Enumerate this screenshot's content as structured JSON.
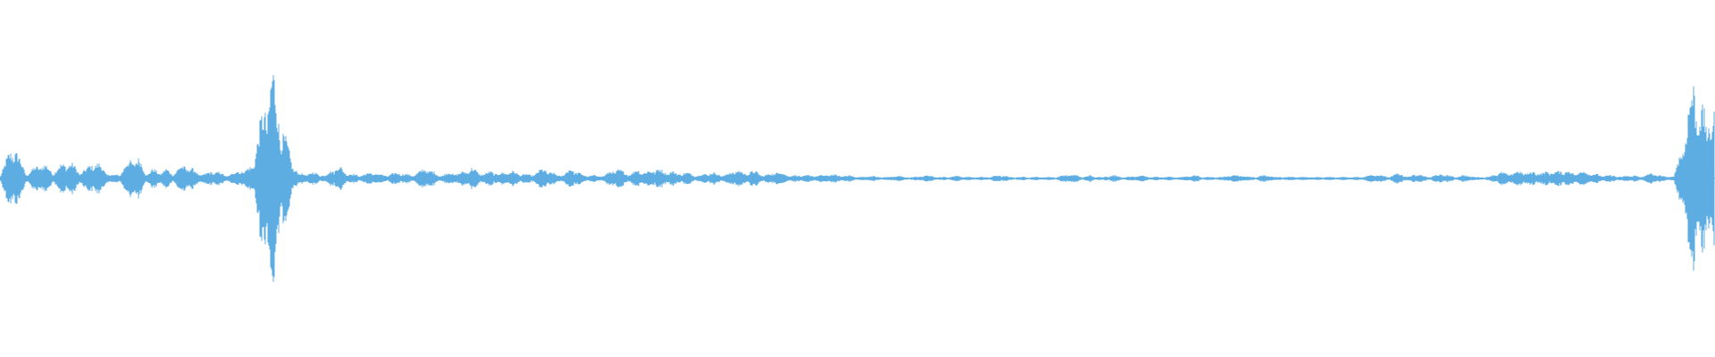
{
  "waveform": {
    "color": "#5dade2",
    "background": "#ffffff",
    "envelope": [
      0.02,
      0.12,
      0.23,
      0.12,
      0.03,
      0.06,
      0.1,
      0.08,
      0.04,
      0.08,
      0.11,
      0.09,
      0.04,
      0.06,
      0.11,
      0.09,
      0.04,
      0.02,
      0.03,
      0.09,
      0.14,
      0.12,
      0.03,
      0.06,
      0.04,
      0.06,
      0.03,
      0.07,
      0.09,
      0.06,
      0.03,
      0.03,
      0.05,
      0.04,
      0.02,
      0.03,
      0.06,
      0.05,
      0.09,
      0.3,
      0.52,
      0.7,
      0.42,
      0.25,
      0.1,
      0.03,
      0.03,
      0.04,
      0.03,
      0.02,
      0.06,
      0.08,
      0.04,
      0.03,
      0.02,
      0.03,
      0.04,
      0.03,
      0.02,
      0.03,
      0.04,
      0.03,
      0.02,
      0.04,
      0.07,
      0.05,
      0.02,
      0.03,
      0.04,
      0.03,
      0.05,
      0.07,
      0.04,
      0.03,
      0.05,
      0.03,
      0.04,
      0.05,
      0.03,
      0.03,
      0.02,
      0.05,
      0.06,
      0.04,
      0.02,
      0.03,
      0.07,
      0.04,
      0.02,
      0.02,
      0.02,
      0.02,
      0.05,
      0.06,
      0.04,
      0.03,
      0.06,
      0.04,
      0.05,
      0.07,
      0.04,
      0.05,
      0.03,
      0.04,
      0.03,
      0.02,
      0.03,
      0.04,
      0.03,
      0.02,
      0.04,
      0.06,
      0.03,
      0.05,
      0.04,
      0.02,
      0.03,
      0.05,
      0.03,
      0.02,
      0.02,
      0.02,
      0.02,
      0.02,
      0.02,
      0.03,
      0.02,
      0.02,
      0.02,
      0.01,
      0.01,
      0.02,
      0.01,
      0.01,
      0.01,
      0.02,
      0.01,
      0.01,
      0.01,
      0.02,
      0.02,
      0.01,
      0.01,
      0.01,
      0.02,
      0.01,
      0.01,
      0.01,
      0.01,
      0.01,
      0.02,
      0.02,
      0.01,
      0.01,
      0.01,
      0.01,
      0.01,
      0.01,
      0.01,
      0.01,
      0.02,
      0.03,
      0.02,
      0.01,
      0.02,
      0.01,
      0.01,
      0.02,
      0.02,
      0.01,
      0.01,
      0.02,
      0.02,
      0.01,
      0.01,
      0.01,
      0.01,
      0.01,
      0.01,
      0.02,
      0.02,
      0.01,
      0.01,
      0.01,
      0.01,
      0.02,
      0.02,
      0.02,
      0.01,
      0.01,
      0.02,
      0.02,
      0.01,
      0.01,
      0.01,
      0.01,
      0.01,
      0.01,
      0.01,
      0.01,
      0.01,
      0.01,
      0.01,
      0.01,
      0.01,
      0.01,
      0.02,
      0.03,
      0.02,
      0.01,
      0.03,
      0.03,
      0.01,
      0.03,
      0.02,
      0.01,
      0.02,
      0.03,
      0.02,
      0.01,
      0.02,
      0.02,
      0.01,
      0.01,
      0.01,
      0.03,
      0.04,
      0.03,
      0.04,
      0.05,
      0.03,
      0.05,
      0.03,
      0.05,
      0.04,
      0.05,
      0.05,
      0.03,
      0.05,
      0.04,
      0.03,
      0.02,
      0.02,
      0.02,
      0.01,
      0.02,
      0.02,
      0.01,
      0.03,
      0.03,
      0.02,
      0.01,
      0.02,
      0.18,
      0.4,
      0.65,
      0.45,
      0.35,
      0.55
    ]
  }
}
